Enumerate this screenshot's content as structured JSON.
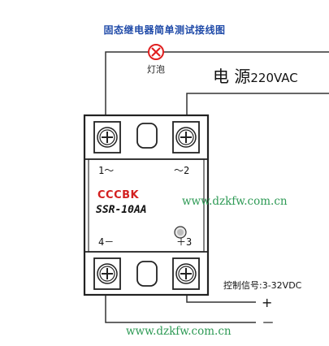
{
  "title": "固态继电器简单测试接线图",
  "lamp": {
    "label": "灯泡"
  },
  "power": {
    "label": "电 源",
    "voltage": "220VAC"
  },
  "relay": {
    "brand": "CCCBK",
    "model": "SSR-10AA",
    "pins": {
      "p1": "1～",
      "p2": "～2",
      "p4": "4－",
      "p3": "＋3"
    }
  },
  "control": {
    "label": "控制信号:3-32VDC",
    "plus": "+",
    "minus": "－"
  },
  "watermarks": [
    "www.dzkfw.com.cn",
    "www.dzkfw.com.cn"
  ],
  "colors": {
    "lamp_marker": "#e02020",
    "title": "#1f4aa8",
    "brand": "#d32020",
    "watermark": "#2e9a55"
  }
}
